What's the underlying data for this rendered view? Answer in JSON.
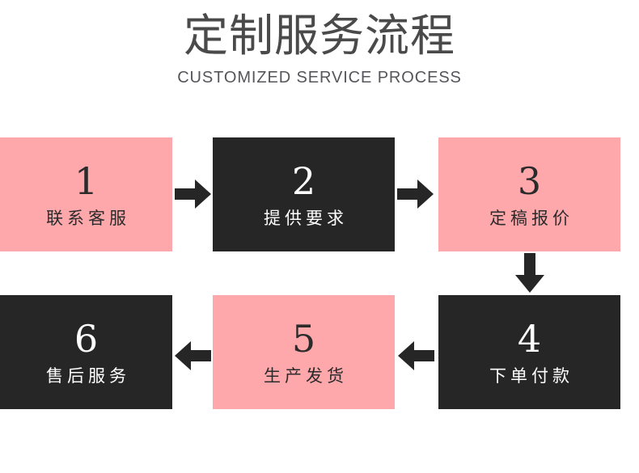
{
  "header": {
    "title_cn": "定制服务流程",
    "title_en": "CUSTOMIZED SERVICE PROCESS"
  },
  "colors": {
    "pink": "#FFA8AC",
    "dark": "#262626",
    "title_gray": "#4A4A4A",
    "background": "#FFFFFF",
    "arrow": "#262626"
  },
  "flow": {
    "steps": [
      {
        "number": "1",
        "label": "联系客服",
        "theme": "pink"
      },
      {
        "number": "2",
        "label": "提供要求",
        "theme": "dark"
      },
      {
        "number": "3",
        "label": "定稿报价",
        "theme": "pink"
      },
      {
        "number": "4",
        "label": "下单付款",
        "theme": "dark"
      },
      {
        "number": "5",
        "label": "生产发货",
        "theme": "pink"
      },
      {
        "number": "6",
        "label": "售后服务",
        "theme": "dark"
      }
    ],
    "arrows": [
      {
        "from": "1",
        "to": "2",
        "direction": "right"
      },
      {
        "from": "2",
        "to": "3",
        "direction": "right"
      },
      {
        "from": "3",
        "to": "4",
        "direction": "down"
      },
      {
        "from": "4",
        "to": "5",
        "direction": "left"
      },
      {
        "from": "5",
        "to": "6",
        "direction": "left"
      }
    ]
  }
}
